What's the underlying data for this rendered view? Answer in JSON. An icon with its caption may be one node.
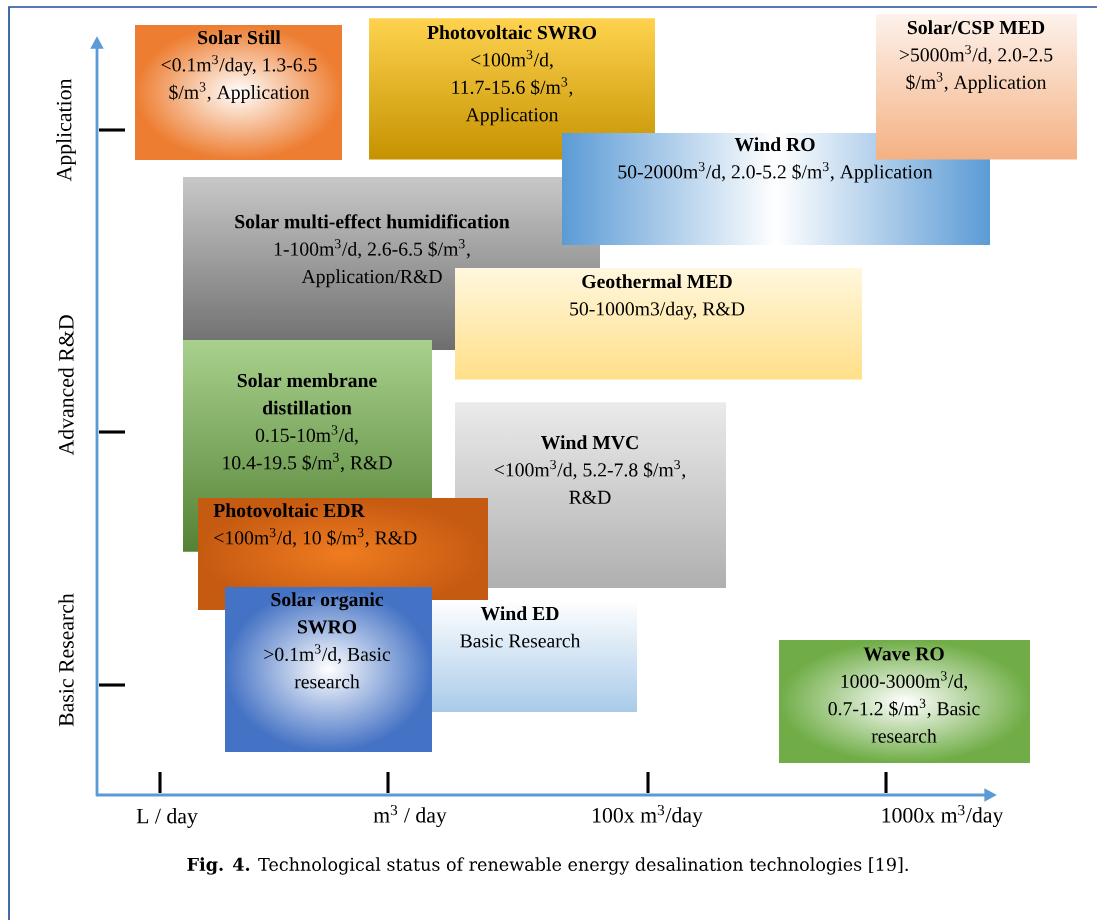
{
  "diagram": {
    "caption": "**Fig. 4.** Technological status of renewable energy desalination technologies [19].",
    "nodes": [
      {
        "text": [
          "Solar Still",
          "<0.1m$^{3}$/day, 1.3-6.5 $/m$^{3}$, Application"
        ]
      },
      {
        "text": [
          "Photovoltaic SWRO",
          "<100m$^{3}$/d, 11.7-15.6 $/m$^{3}$, Application"
        ]
      },
      {
        "text": [
          "Solar/CSP MED",
          ">5000m$^{3}$/d, 2.0-2.5 $/m$^{3}$, Application"
        ]
      },
      {
        "text": [
          "Wind RO",
          "50-2000m$^{3}$/d, 2.0-5.2 $/m$^{3}$, Application"
        ]
      },
      {
        "text": [
          "Solar multi-effect humidification",
          "1-100m$^{3}$/d, 2.6-6.5 $/m$^{3}$, Application/R&D"
        ]
      },
      {
        "text": [
          "Geothermal MED",
          "50-1000m3/day, R&D"
        ]
      },
      {
        "text": [
          "Solar membrane distillation",
          "0.15-10m$^{3}$/d, 10.4-19.5 $/m$^{3}$, R&D"
        ]
      },
      {
        "text": [
          "Wind MVC",
          "<100m$^{3}$/d, 5.2-7.8 $/m$^{3}$, R&D"
        ]
      },
      {
        "text": [
          "Photovoltaic EDR",
          "<100m$^{3}$/d, 10 $/m$^{3}$, R&D"
        ]
      },
      {
        "text": [
          "Solar organic SWRO",
          ">0.1m$^{3}$/d, Basic research"
        ]
      },
      {
        "text": [
          "Wind ED",
          "Basic Research"
        ]
      },
      {
        "text": [
          "Wave RO",
          "1000-3000m$^{3}$/d, 0.7-1.2 $/m$^{3}$, Basic research"
        ]
      }
    ],
    "labels": [
      "Application",
      "Advanced R&D",
      "Basic Research",
      "L / day",
      "m$^{3}$ / day",
      "100x m$^{3}$/day",
      "1000x m$^{3}$/day"
    ]
  }
}
